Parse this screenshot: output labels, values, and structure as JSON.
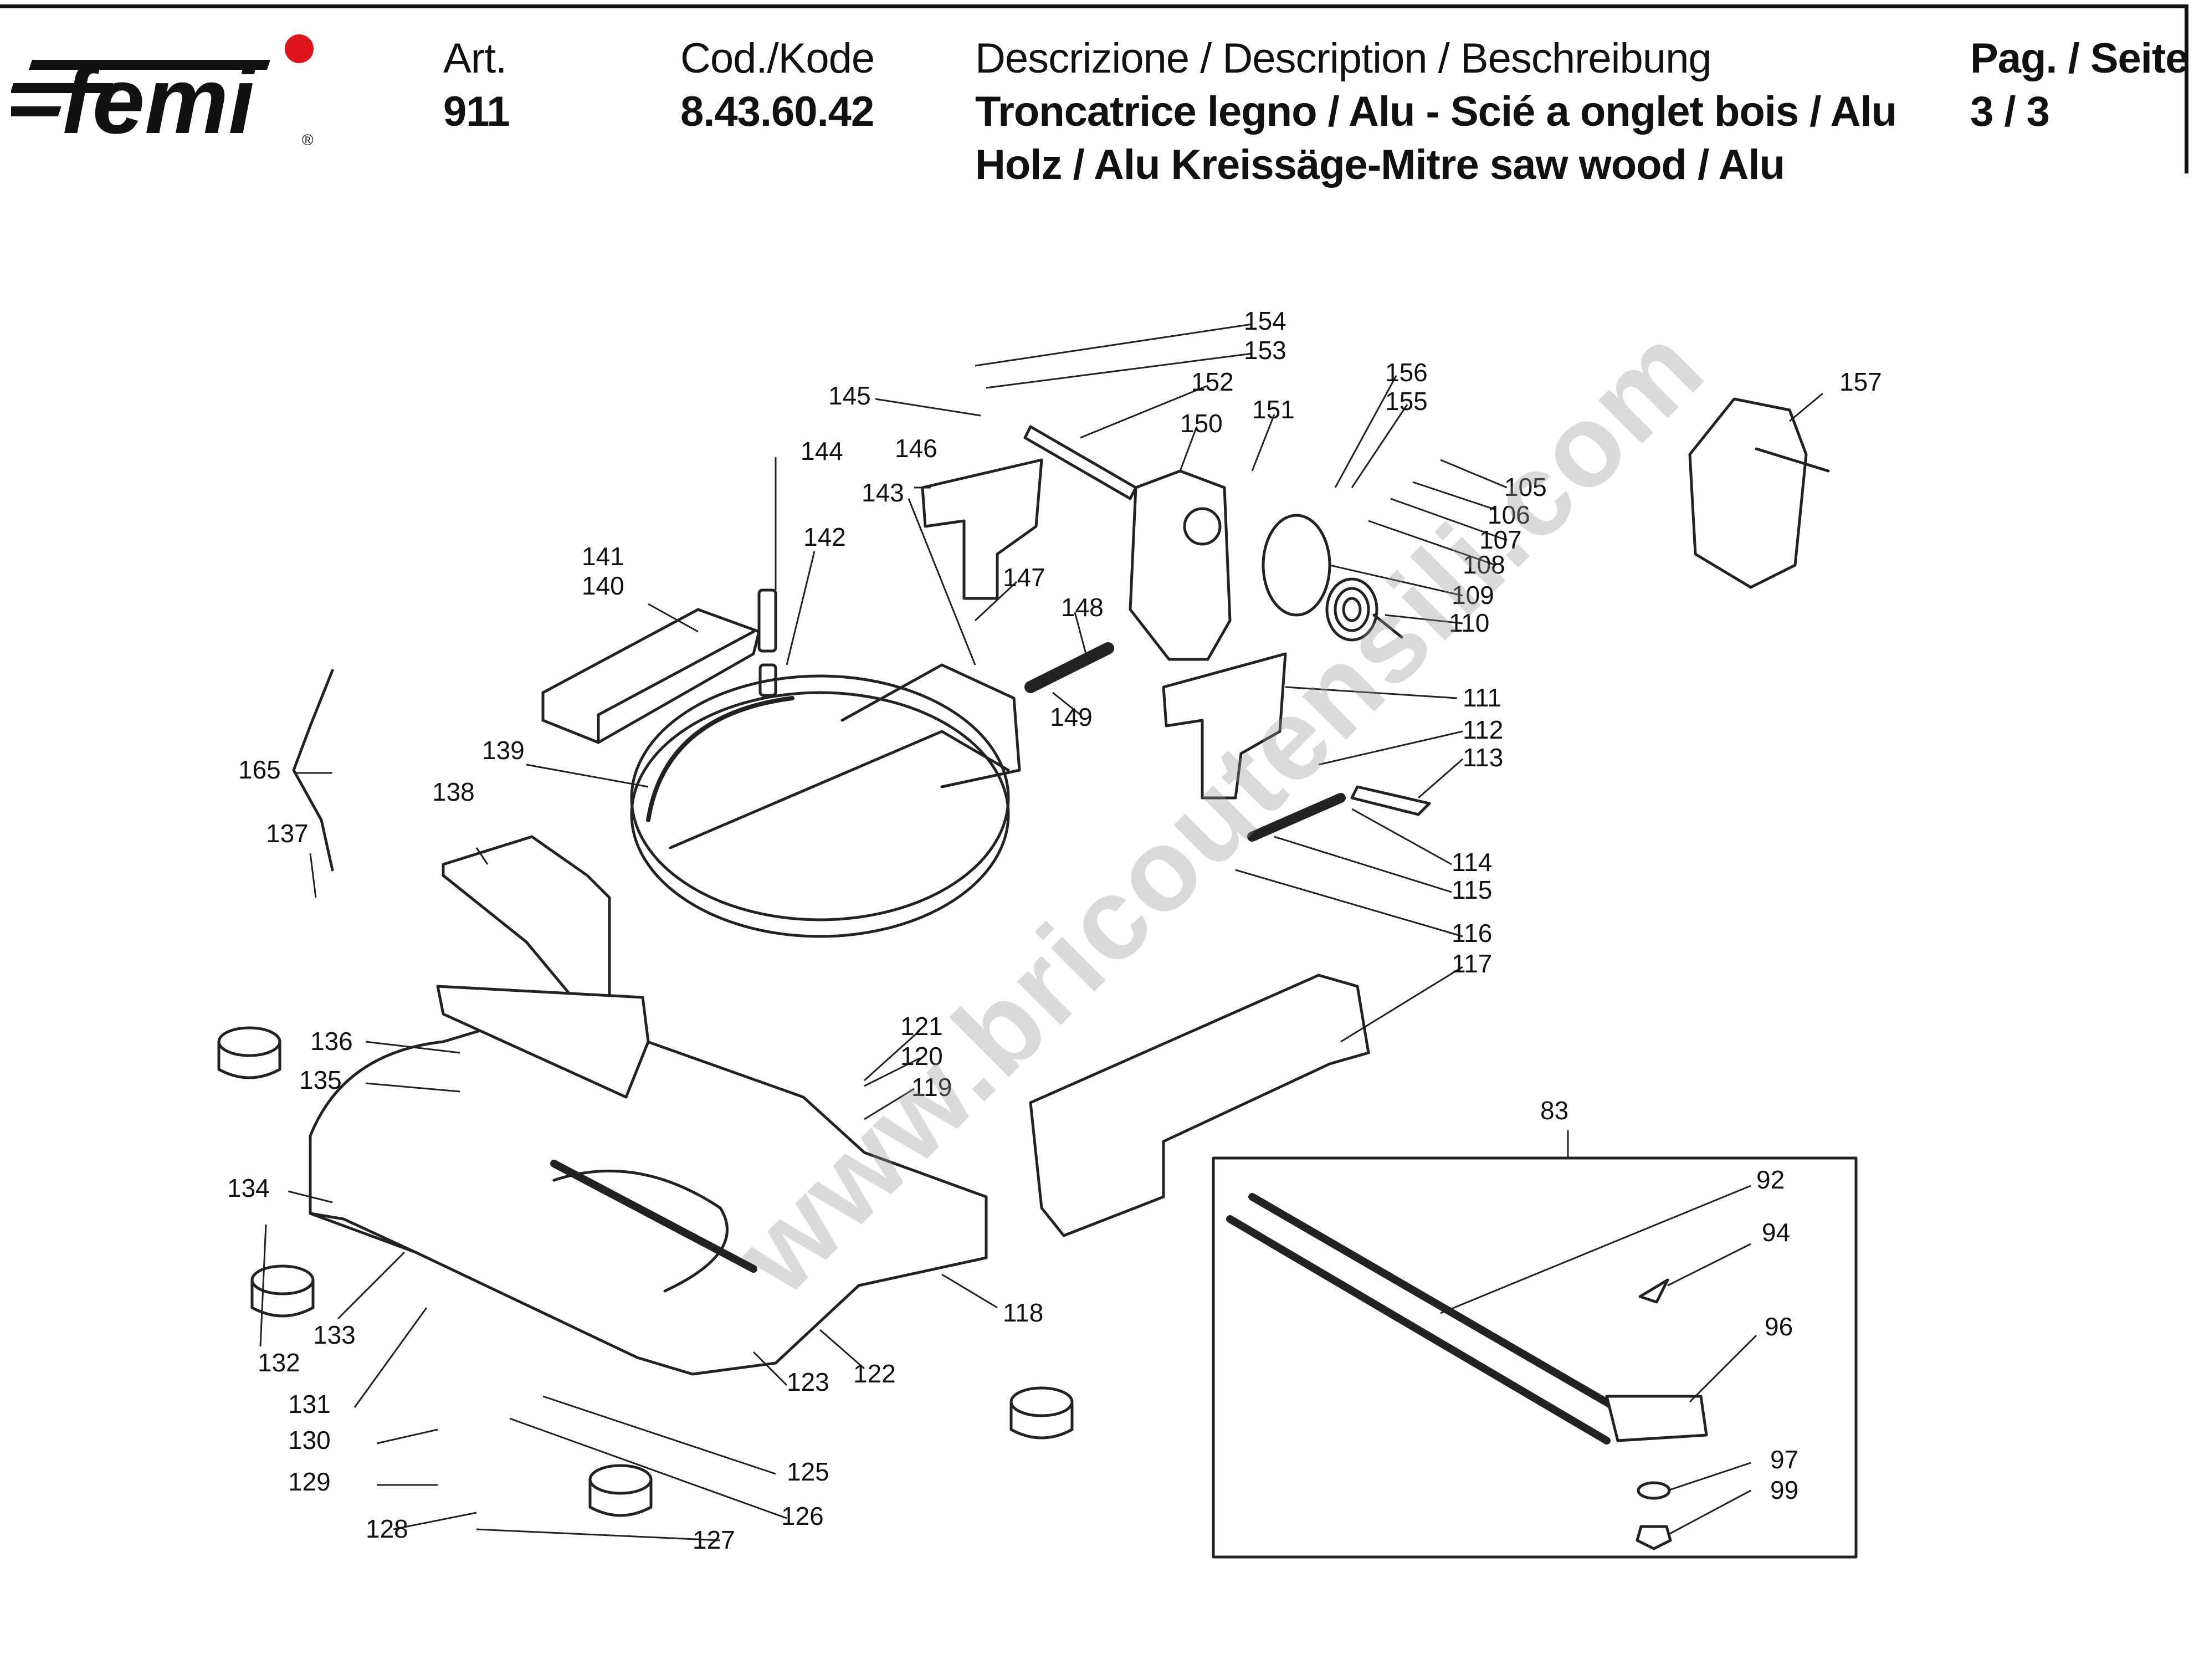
{
  "brand": {
    "name": "femi",
    "registered_mark": "®"
  },
  "header": {
    "art_label": "Art.",
    "art_value": "911",
    "code_label": "Cod./Kode",
    "code_value": "8.43.60.42",
    "description_label": "Descrizione / Description / Beschreibung",
    "description_line1": "Troncatrice legno / Alu - Scié a onglet bois / Alu",
    "description_line2": "Holz / Alu Kreissäge-Mitre saw wood / Alu",
    "page_label": "Pag. / Seite",
    "page_value": "3 / 3"
  },
  "watermark": "www.bricoutensili.com",
  "callouts": {
    "c154": "154",
    "c153": "153",
    "c152": "152",
    "c151": "151",
    "c150": "150",
    "c145": "145",
    "c146": "146",
    "c144": "144",
    "c143": "143",
    "c142": "142",
    "c147": "147",
    "c148": "148",
    "c149": "149",
    "c141": "141",
    "c140": "140",
    "c139": "139",
    "c156": "156",
    "c155": "155",
    "c105": "105",
    "c106": "106",
    "c107": "107",
    "c108": "108",
    "c109": "109",
    "c110": "110",
    "c111": "111",
    "c112": "112",
    "c113": "113",
    "c114": "114",
    "c115": "115",
    "c116": "116",
    "c117": "117",
    "c157": "157",
    "c165": "165",
    "c138": "138",
    "c137": "137",
    "c136": "136",
    "c135": "135",
    "c134": "134",
    "c133": "133",
    "c132": "132",
    "c131": "131",
    "c130": "130",
    "c129": "129",
    "c128": "128",
    "c127": "127",
    "c126": "126",
    "c125": "125",
    "c123": "123",
    "c122": "122",
    "c121": "121",
    "c120": "120",
    "c119": "119",
    "c118": "118",
    "c83": "83",
    "c92": "92",
    "c94": "94",
    "c96": "96",
    "c97": "97",
    "c99": "99"
  }
}
